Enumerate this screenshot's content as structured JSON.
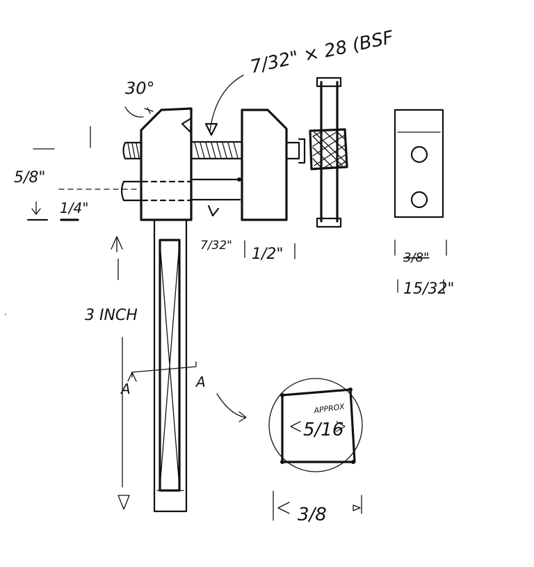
{
  "annotations": {
    "angle": "30°",
    "thread_spec": "7/32\" × 28 (BSF",
    "screw_dia": "7/32\"",
    "jaw_width": "1/2\"",
    "pin_offset": "5/8\"",
    "pin_dia": "1/4\"",
    "length": "3 INCH",
    "section_mark_left": "A",
    "section_mark_right": "A",
    "approx": "APPROX",
    "inner_size": "5/16",
    "outer_size": "3/8",
    "end_width_scratched": "3/8\"",
    "end_width": "15/32\""
  }
}
